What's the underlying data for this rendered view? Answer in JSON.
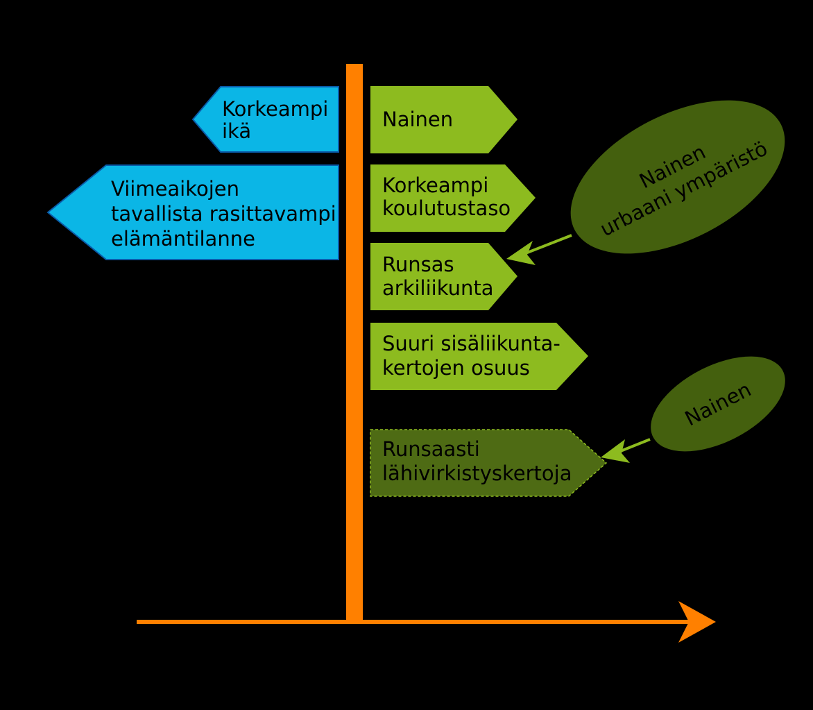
{
  "colors": {
    "background": "#000000",
    "post": "#FF8000",
    "left_sign_fill": "#0BB6E6",
    "left_sign_stroke": "#0A5AA8",
    "right_sign_fill": "#8DBB1F",
    "dark_sign_fill": "#4E6B14",
    "ellipse_fill": "#44600E",
    "arrow_green": "#8DBB1F"
  },
  "left_signs": [
    {
      "lines": [
        "Korkeampi",
        "ikä"
      ]
    },
    {
      "lines": [
        "Viimeaikojen",
        "tavallista rasittavampi",
        "elämäntilanne"
      ]
    }
  ],
  "right_signs": [
    {
      "lines": [
        "Nainen"
      ]
    },
    {
      "lines": [
        "Korkeampi",
        "koulutustaso"
      ]
    },
    {
      "lines": [
        "Runsas",
        "arkiliikunta"
      ]
    },
    {
      "lines": [
        "Suuri sisäliikunta-",
        "kertojen osuus"
      ]
    },
    {
      "lines": [
        "Runsaasti",
        "lähivirkistyskertoja"
      ]
    }
  ],
  "ellipses": [
    {
      "lines": [
        "Nainen",
        "urbaani ympäristö"
      ]
    },
    {
      "lines": [
        "Nainen"
      ]
    }
  ]
}
